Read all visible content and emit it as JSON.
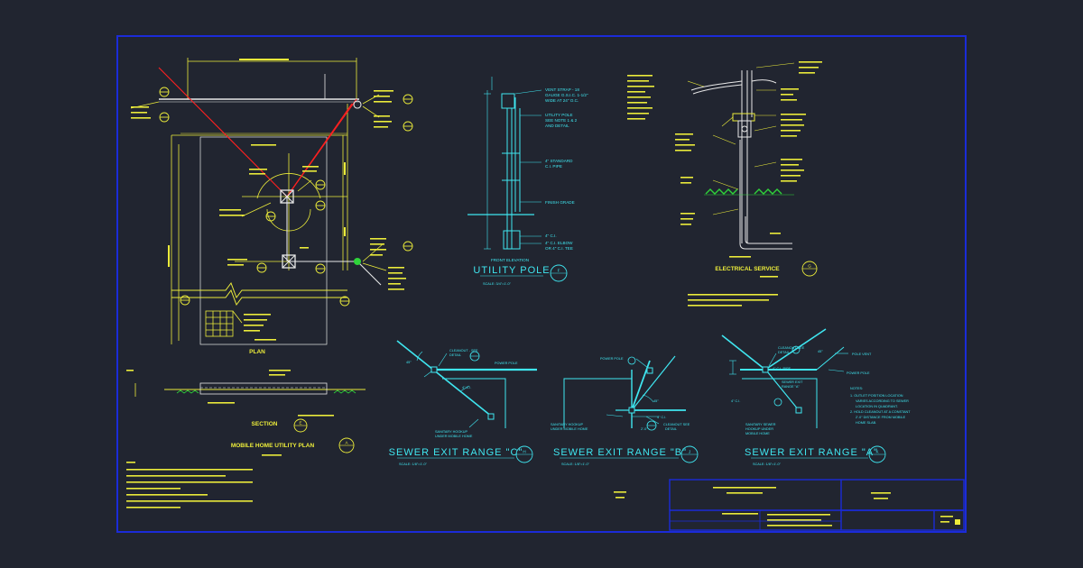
{
  "sheet": {
    "border_color": "#1b2bd8",
    "background": "#212530"
  },
  "plan": {
    "title": "PLAN",
    "section_title": "SECTION",
    "section_marker": "E",
    "sheet_title": "MOBILE HOME UTILITY PLAN",
    "sheet_marker": "A"
  },
  "utility_pole": {
    "callouts": [
      "VENT STRAP - 18",
      "GAUGE G.S.I.C. 1-1/2\"",
      "WIDE AT 24\" O.C.",
      "UTILITY POLE",
      "SEE NOTE 1 & 2",
      "AND DETAIL",
      "4\" STANDARD",
      "C.I. PIPE",
      "FINISH GRADE",
      "4\" C.I.",
      "4\" C.I. ELBOW",
      "OR 4\" C.I. TEE"
    ],
    "elevation_label": "FRONT ELEVATION",
    "title": "UTILITY POLE",
    "marker": "F",
    "scale": "SCALE: 3/4\"=1'-0\""
  },
  "electrical": {
    "title": "ELECTRICAL SERVICE",
    "marker": "G"
  },
  "sewer_c": {
    "labels": [
      "CLEANOUT - SEE",
      "DETAIL",
      "POWER POLE",
      "4\" C.I.",
      "SANITARY HOOKUP",
      "UNDER MOBILE HOME",
      "45°"
    ],
    "title": "SEWER EXIT RANGE \"C\"",
    "marker": "H",
    "scale": "SCALE: 1/8\"=1'-0\""
  },
  "sewer_b": {
    "labels": [
      "POWER POLE",
      "SANITARY HOOKUP",
      "UNDER MOBILE HOME",
      "CLEANOUT SEE",
      "DETAIL",
      "4\" C.I.",
      "2'-0\"",
      "45°"
    ],
    "title": "SEWER EXIT RANGE \"B\"",
    "marker": "J",
    "scale": "SCALE: 1/8\"=1'-0\""
  },
  "sewer_a": {
    "labels": [
      "CLEANOUT SEE",
      "DETAIL",
      "4\" C.I. PIPE",
      "POLE VENT",
      "POWER POLE",
      "SEWER EXIT",
      "RANGE \"A\"",
      "4\" C.I.",
      "SANITARY SEWER",
      "HOOKUP UNDER",
      "MOBILE HOME",
      "45°"
    ],
    "title": "SEWER EXIT RANGE \"A\"",
    "marker": "K",
    "scale": "SCALE: 1/8\"=1'-0\"",
    "notes_title": "NOTES:",
    "notes": [
      "1. OUTLET POSITION LOCATION",
      "VARIES ACCORDING TO SEWER",
      "LOCATION IN QUADRANT.",
      "2. HOLD CLEANOUT AT A CONSTANT",
      "2'-0\" DISTANCE FROM MOBILE",
      "HOME SLAB."
    ]
  }
}
